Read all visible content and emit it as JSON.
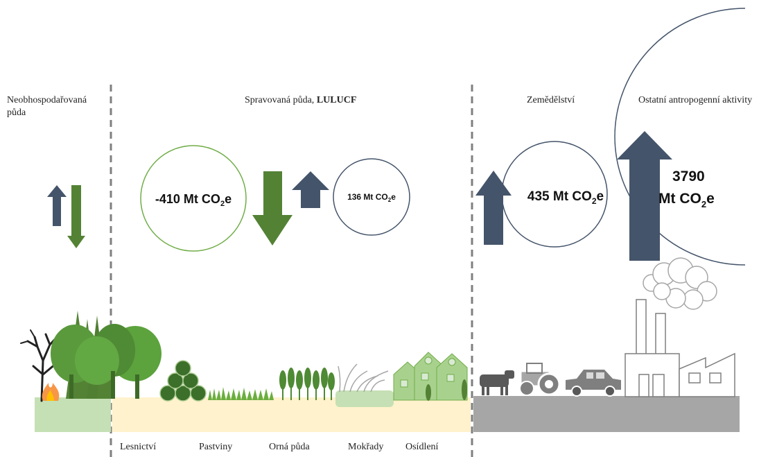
{
  "sections": {
    "unmanaged": {
      "line1": "Neobhospodařovaná",
      "line2": "půda"
    },
    "managed": {
      "prefix": "Spravovaná půda, ",
      "suffix": "LULUCF"
    },
    "agriculture": {
      "label": "Zemědělství"
    },
    "other": {
      "label": "Ostatní antropogenní aktivity"
    }
  },
  "flows": {
    "lulucf_sink": {
      "prefix": "-410 Mt CO",
      "sub": "2",
      "suffix": "e"
    },
    "lulucf_source": {
      "prefix": "136 Mt CO",
      "sub": "2",
      "suffix": "e"
    },
    "agriculture": {
      "prefix": "435 Mt CO",
      "sub": "2",
      "suffix": "e"
    },
    "other": {
      "line1": "3790",
      "prefix": "Mt CO",
      "sub": "2",
      "suffix": "e"
    }
  },
  "land_categories": [
    "Lesnictví",
    "Pastviny",
    "Orná půda",
    "Mokřady",
    "Osídlení"
  ],
  "colors": {
    "arrow_blue": "#44546a",
    "arrow_green": "#548235",
    "circle_green": "#70ad47",
    "circle_blue": "#44546a",
    "ground_unmanaged": "#c5e0b4",
    "ground_managed": "#fff2cc",
    "ground_industry": "#a6a6a6",
    "divider": "#7f7f7f"
  }
}
